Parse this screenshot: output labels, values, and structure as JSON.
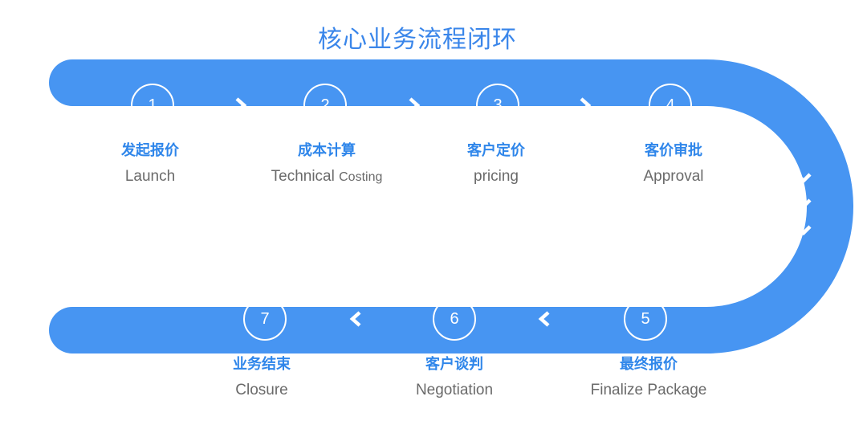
{
  "title": "核心业务流程闭环",
  "colors": {
    "track": "#4795f2",
    "accent": "#2f86ea",
    "text_gray": "#6a6a6a",
    "white": "#ffffff"
  },
  "steps": [
    {
      "number": "1",
      "zh": "发起报价",
      "en": "Launch",
      "en_sub": ""
    },
    {
      "number": "2",
      "zh": "成本计算",
      "en": "Technical",
      "en_sub": "Costing"
    },
    {
      "number": "3",
      "zh": "客户定价",
      "en": "pricing",
      "en_sub": ""
    },
    {
      "number": "4",
      "zh": "客价审批",
      "en": "Approval",
      "en_sub": ""
    },
    {
      "number": "5",
      "zh": "最终报价",
      "en": "Finalize Package",
      "en_sub": ""
    },
    {
      "number": "6",
      "zh": "客户谈判",
      "en": "Negotiation",
      "en_sub": ""
    },
    {
      "number": "7",
      "zh": "业务结束",
      "en": "Closure",
      "en_sub": ""
    }
  ],
  "arrows": {
    "top": "chevron-right-icon",
    "right": "chevron-down-icon",
    "bottom": "chevron-left-icon"
  }
}
